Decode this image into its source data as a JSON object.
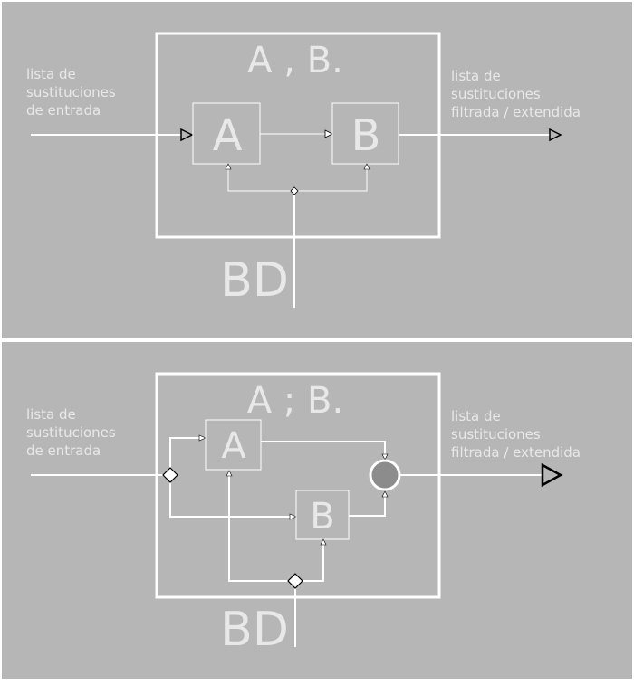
{
  "colors": {
    "background": "#b6b6b6",
    "lines": "#ffffff",
    "text": "#e8e8e8",
    "join_circle": "#8c8c8c"
  },
  "top": {
    "title": "A , B.",
    "input_label": [
      "lista de",
      "sustituciones",
      "de entrada"
    ],
    "output_label": [
      "lista de",
      "sustituciones",
      "filtrada / extendida"
    ],
    "box_a": "A",
    "box_b": "B",
    "db_label": "BD"
  },
  "bottom": {
    "title": "A ; B.",
    "input_label": [
      "lista de",
      "sustituciones",
      "de entrada"
    ],
    "output_label": [
      "lista de",
      "sustituciones",
      "filtrada / extendida"
    ],
    "box_a": "A",
    "box_b": "B",
    "db_label": "BD"
  }
}
